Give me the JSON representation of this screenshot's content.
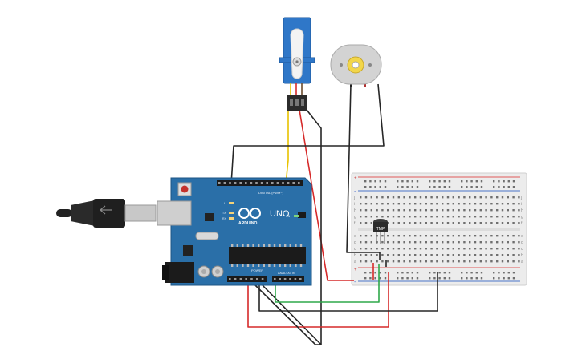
{
  "board": {
    "brand": "ARDUINO",
    "model": "UNO",
    "digital_header": "DIGITAL (PWM~)",
    "analog_header": "ANALOG IN",
    "power_header": "POWER",
    "tx_label": "TX",
    "rx_label": "RX",
    "l_label": "L",
    "on_label": "ON"
  },
  "sensor": {
    "label": "TMP"
  },
  "breadboard": {
    "row_letters_top": [
      "j",
      "i",
      "h",
      "g",
      "f"
    ],
    "row_letters_bottom": [
      "e",
      "d",
      "c",
      "b",
      "a"
    ],
    "rail_plus": "+",
    "rail_minus": "-"
  },
  "colors": {
    "board": "#2a6fa8",
    "board_dark": "#1d5585",
    "servo": "#2f77c8",
    "wire_red": "#d62a2a",
    "wire_black": "#262626",
    "wire_yellow": "#e8c200",
    "wire_green": "#2fa84a",
    "breadboard": "#ededed",
    "rail_red": "#e05a5a",
    "rail_blue": "#4a74c8"
  }
}
